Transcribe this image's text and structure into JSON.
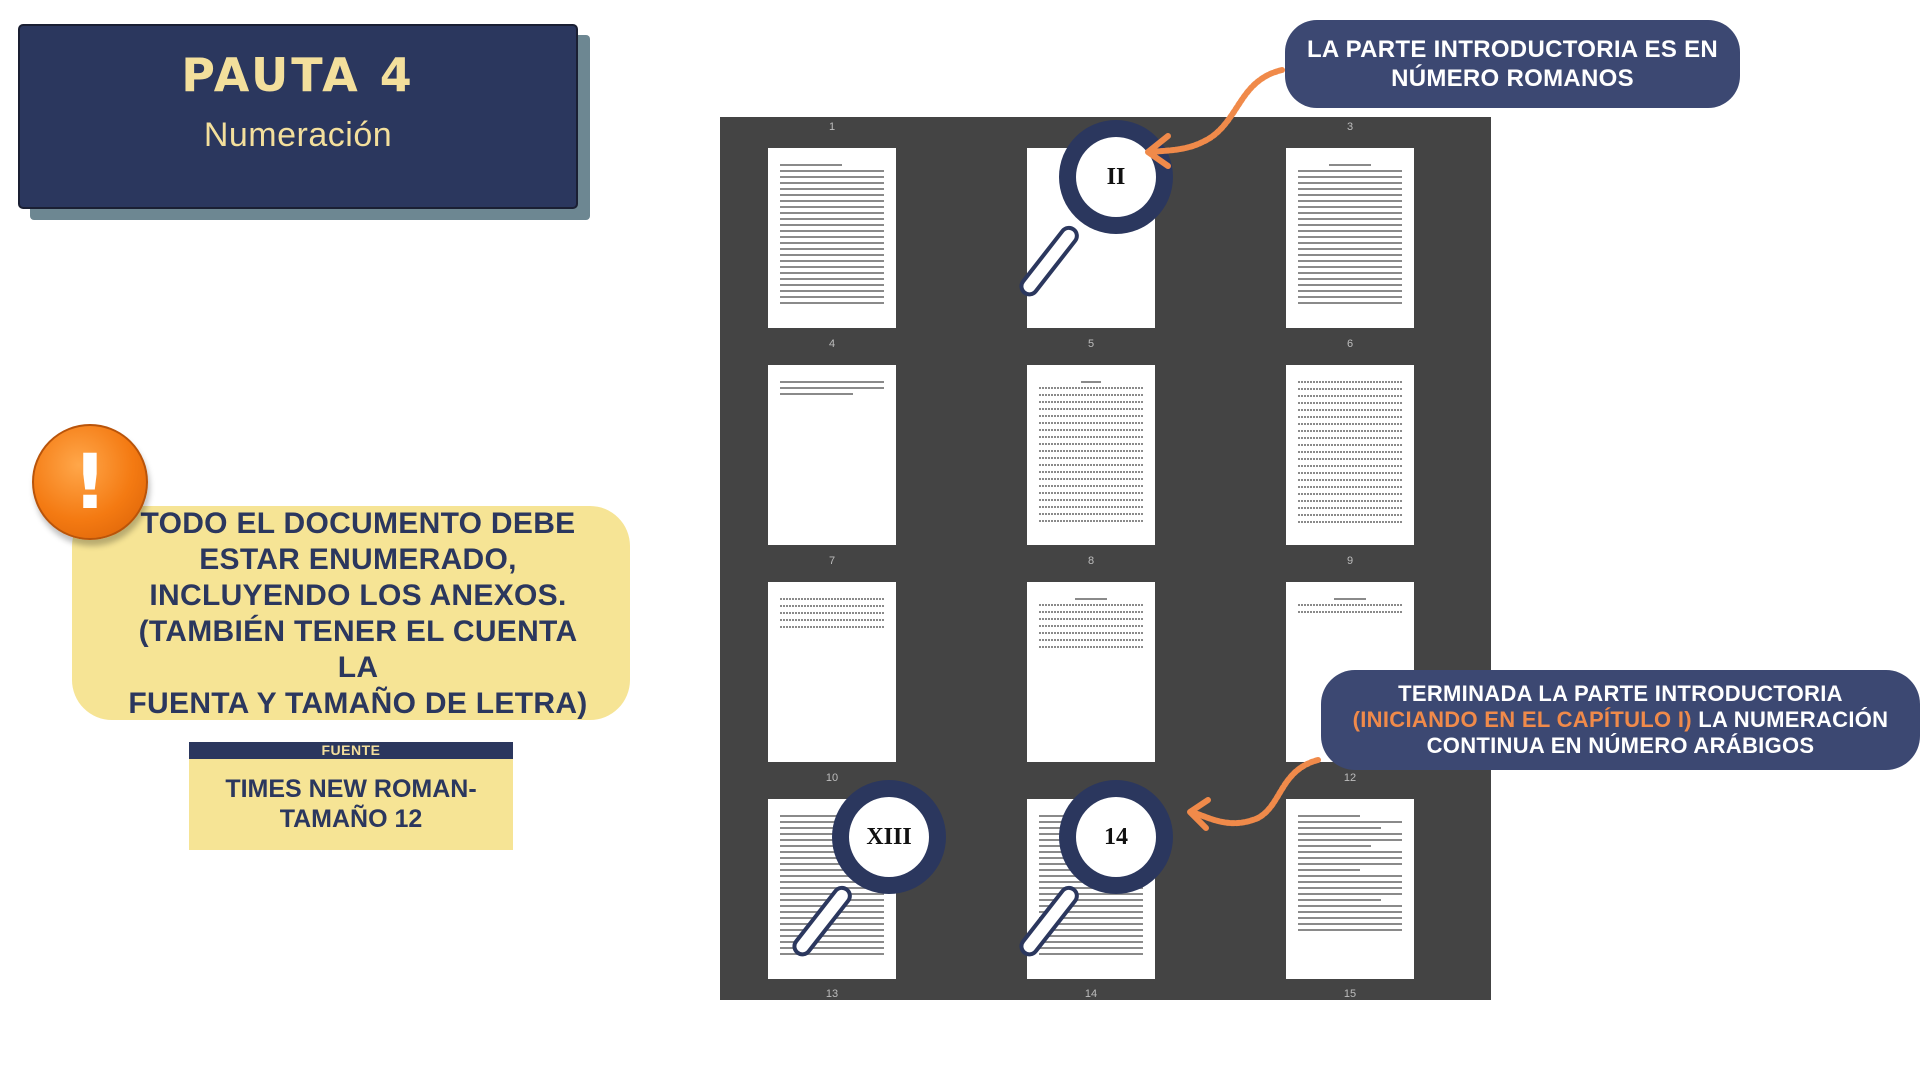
{
  "title": {
    "main": "PAUTA 4",
    "sub": "Numeración"
  },
  "note": {
    "lines": [
      "TODO EL DOCUMENTO DEBE",
      "ESTAR ENUMERADO,",
      "INCLUYENDO LOS ANEXOS.",
      "(TAMBIÉN TENER EL CUENTA LA",
      "FUENTA Y TAMAÑO DE LETRA)"
    ],
    "icon": "exclamation-icon"
  },
  "fuente": {
    "label": "FUENTE",
    "lines": [
      "TIMES NEW ROMAN-",
      "TAMAÑO 12"
    ]
  },
  "callouts": {
    "top": {
      "line1": "LA PARTE INTRODUCTORIA ES EN",
      "line2": "NÚMERO ROMANOS"
    },
    "bottom": {
      "line1": "TERMINADA LA PARTE INTRODUCTORIA",
      "line2_accent": "(INICIANDO EN EL  CAPÍTULO I)",
      "line2_rest": " LA NUMERACIÓN",
      "line3": "CONTINUA EN NÚMERO ARÁBIGOS"
    }
  },
  "page_numbers": [
    "1",
    "3",
    "4",
    "5",
    "6",
    "7",
    "8",
    "9",
    "10",
    "12",
    "13",
    "14",
    "15"
  ],
  "magnifiers": [
    "II",
    "XIII",
    "14"
  ],
  "colors": {
    "navy": "#2b375e",
    "yellow": "#f6e495",
    "gold_text": "#f3df9c",
    "orange": "#f47a12",
    "accent_orange": "#f08a4a",
    "grid_gray": "#444444"
  }
}
